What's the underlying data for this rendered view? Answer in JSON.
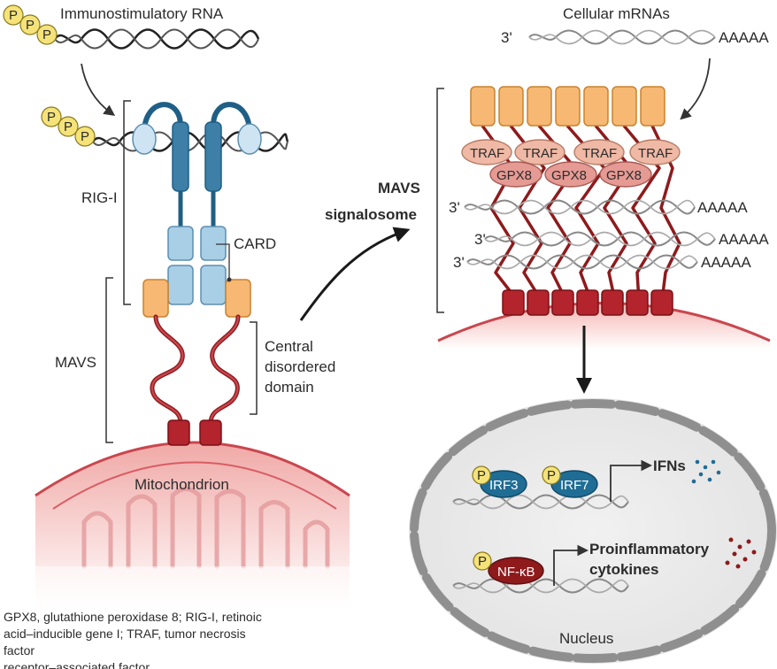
{
  "labels": {
    "immunostimulatory_rna": "Immunostimulatory RNA",
    "cellular_mrnas": "Cellular mRNAs",
    "phosphate": "P",
    "rig_i": "RIG-I",
    "card": "CARD",
    "mavs": "MAVS",
    "central": "Central",
    "disordered": "disordered",
    "domain": "domain",
    "mitochondrion": "Mitochondrion",
    "mavs_signalosome_1": "MAVS",
    "mavs_signalosome_2": "signalosome",
    "traf": "TRAF",
    "gpx8": "GPX8",
    "three_prime": "3'",
    "poly_a": "AAAAA",
    "irf3": "IRF3",
    "irf7": "IRF7",
    "ifns": "IFNs",
    "nfkb": "NF-κB",
    "proinflammatory": "Proinflammatory",
    "cytokines": "cytokines",
    "nucleus": "Nucleus"
  },
  "caption": {
    "line1": "GPX8, glutathione peroxidase 8; RIG-I, retinoic",
    "line2": "acid–inducible gene I; TRAF, tumor necrosis factor",
    "line3": "receptor–associated factor."
  },
  "colors": {
    "rig_i": "#3d7fa6",
    "card": "#a9cfe6",
    "mavs_card": "#f6b873",
    "mavs_tm": "#b3242c",
    "traf": "#efb9a6",
    "irf": "#1f6d94",
    "nfkb": "#8e1a1c",
    "phosphate": "#f5e37a",
    "mito": "#f2c6c4"
  }
}
